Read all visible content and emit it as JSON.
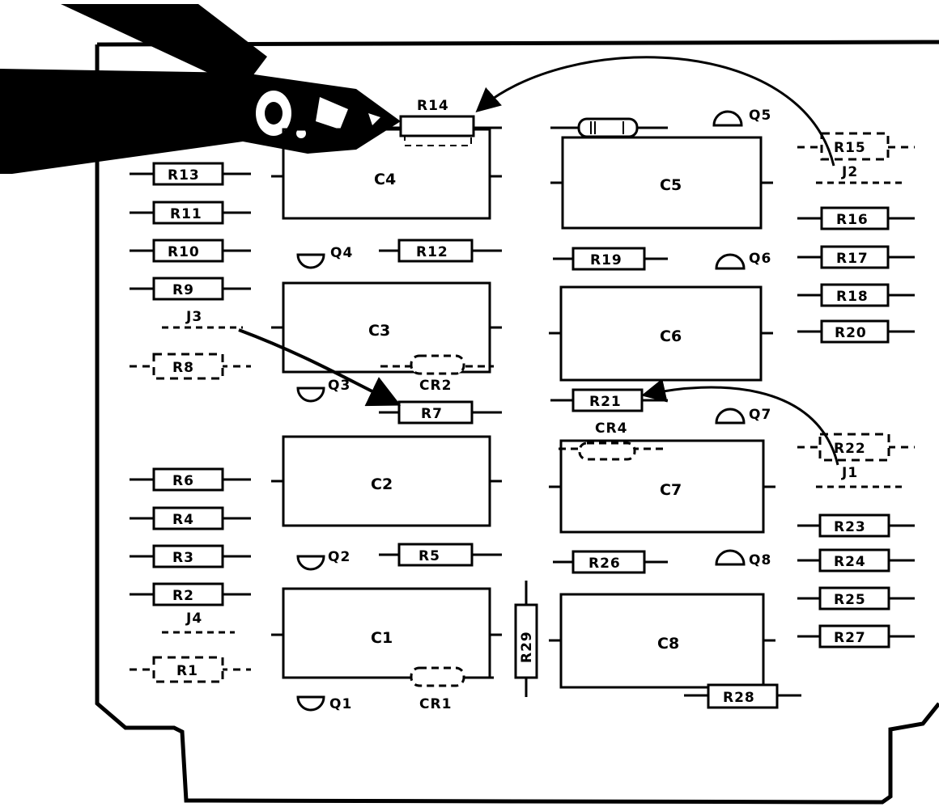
{
  "board": {
    "capacitors": [
      "C1",
      "C2",
      "C3",
      "C4",
      "C5",
      "C6",
      "C7",
      "C8"
    ],
    "resistors": [
      "R1",
      "R2",
      "R3",
      "R4",
      "R5",
      "R6",
      "R7",
      "R8",
      "R9",
      "R10",
      "R11",
      "R12",
      "R13",
      "R14",
      "R15",
      "R16",
      "R17",
      "R18",
      "R19",
      "R20",
      "R21",
      "R22",
      "R23",
      "R24",
      "R25",
      "R26",
      "R27",
      "R28",
      "R29"
    ],
    "transistors": [
      "Q1",
      "Q2",
      "Q3",
      "Q4",
      "Q5",
      "Q6",
      "Q7",
      "Q8"
    ],
    "diodes": [
      "CR1",
      "CR2",
      "CR4"
    ],
    "jumpers": [
      "J1",
      "J2",
      "J3",
      "J4"
    ]
  },
  "colors": {
    "ink": "#000000",
    "paper": "#ffffff"
  },
  "icons": {
    "tool": "cutter-pliers-icon",
    "arrow": "curved-arrow-icon"
  }
}
